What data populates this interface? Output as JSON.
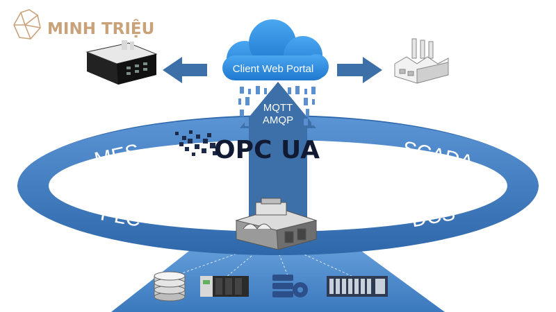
{
  "brand": {
    "name": "MINH TRIỆU"
  },
  "cloud": {
    "label": "Client Web Portal"
  },
  "protocols": {
    "line1": "MQTT",
    "line2": "AMQP"
  },
  "standard": {
    "label": "OPC UA"
  },
  "ring": {
    "top_left": "MES",
    "top_right": "SCADA",
    "bottom_left": "PLC",
    "bottom_right": "DCS"
  },
  "colors": {
    "ring": "#3f7bbf",
    "ring_text": "#ffffff",
    "arrow": "#3d6fa8",
    "cloud": "#2f8fe0",
    "base": "#4a86c8",
    "brand": "#c9a27a"
  },
  "icons": {
    "left_building": "factory-dark-icon",
    "right_building": "factory-white-icon",
    "center": "plant-icon",
    "devices": [
      "database-icon",
      "plc-rack-icon",
      "server-gear-icon",
      "io-module-icon"
    ]
  }
}
